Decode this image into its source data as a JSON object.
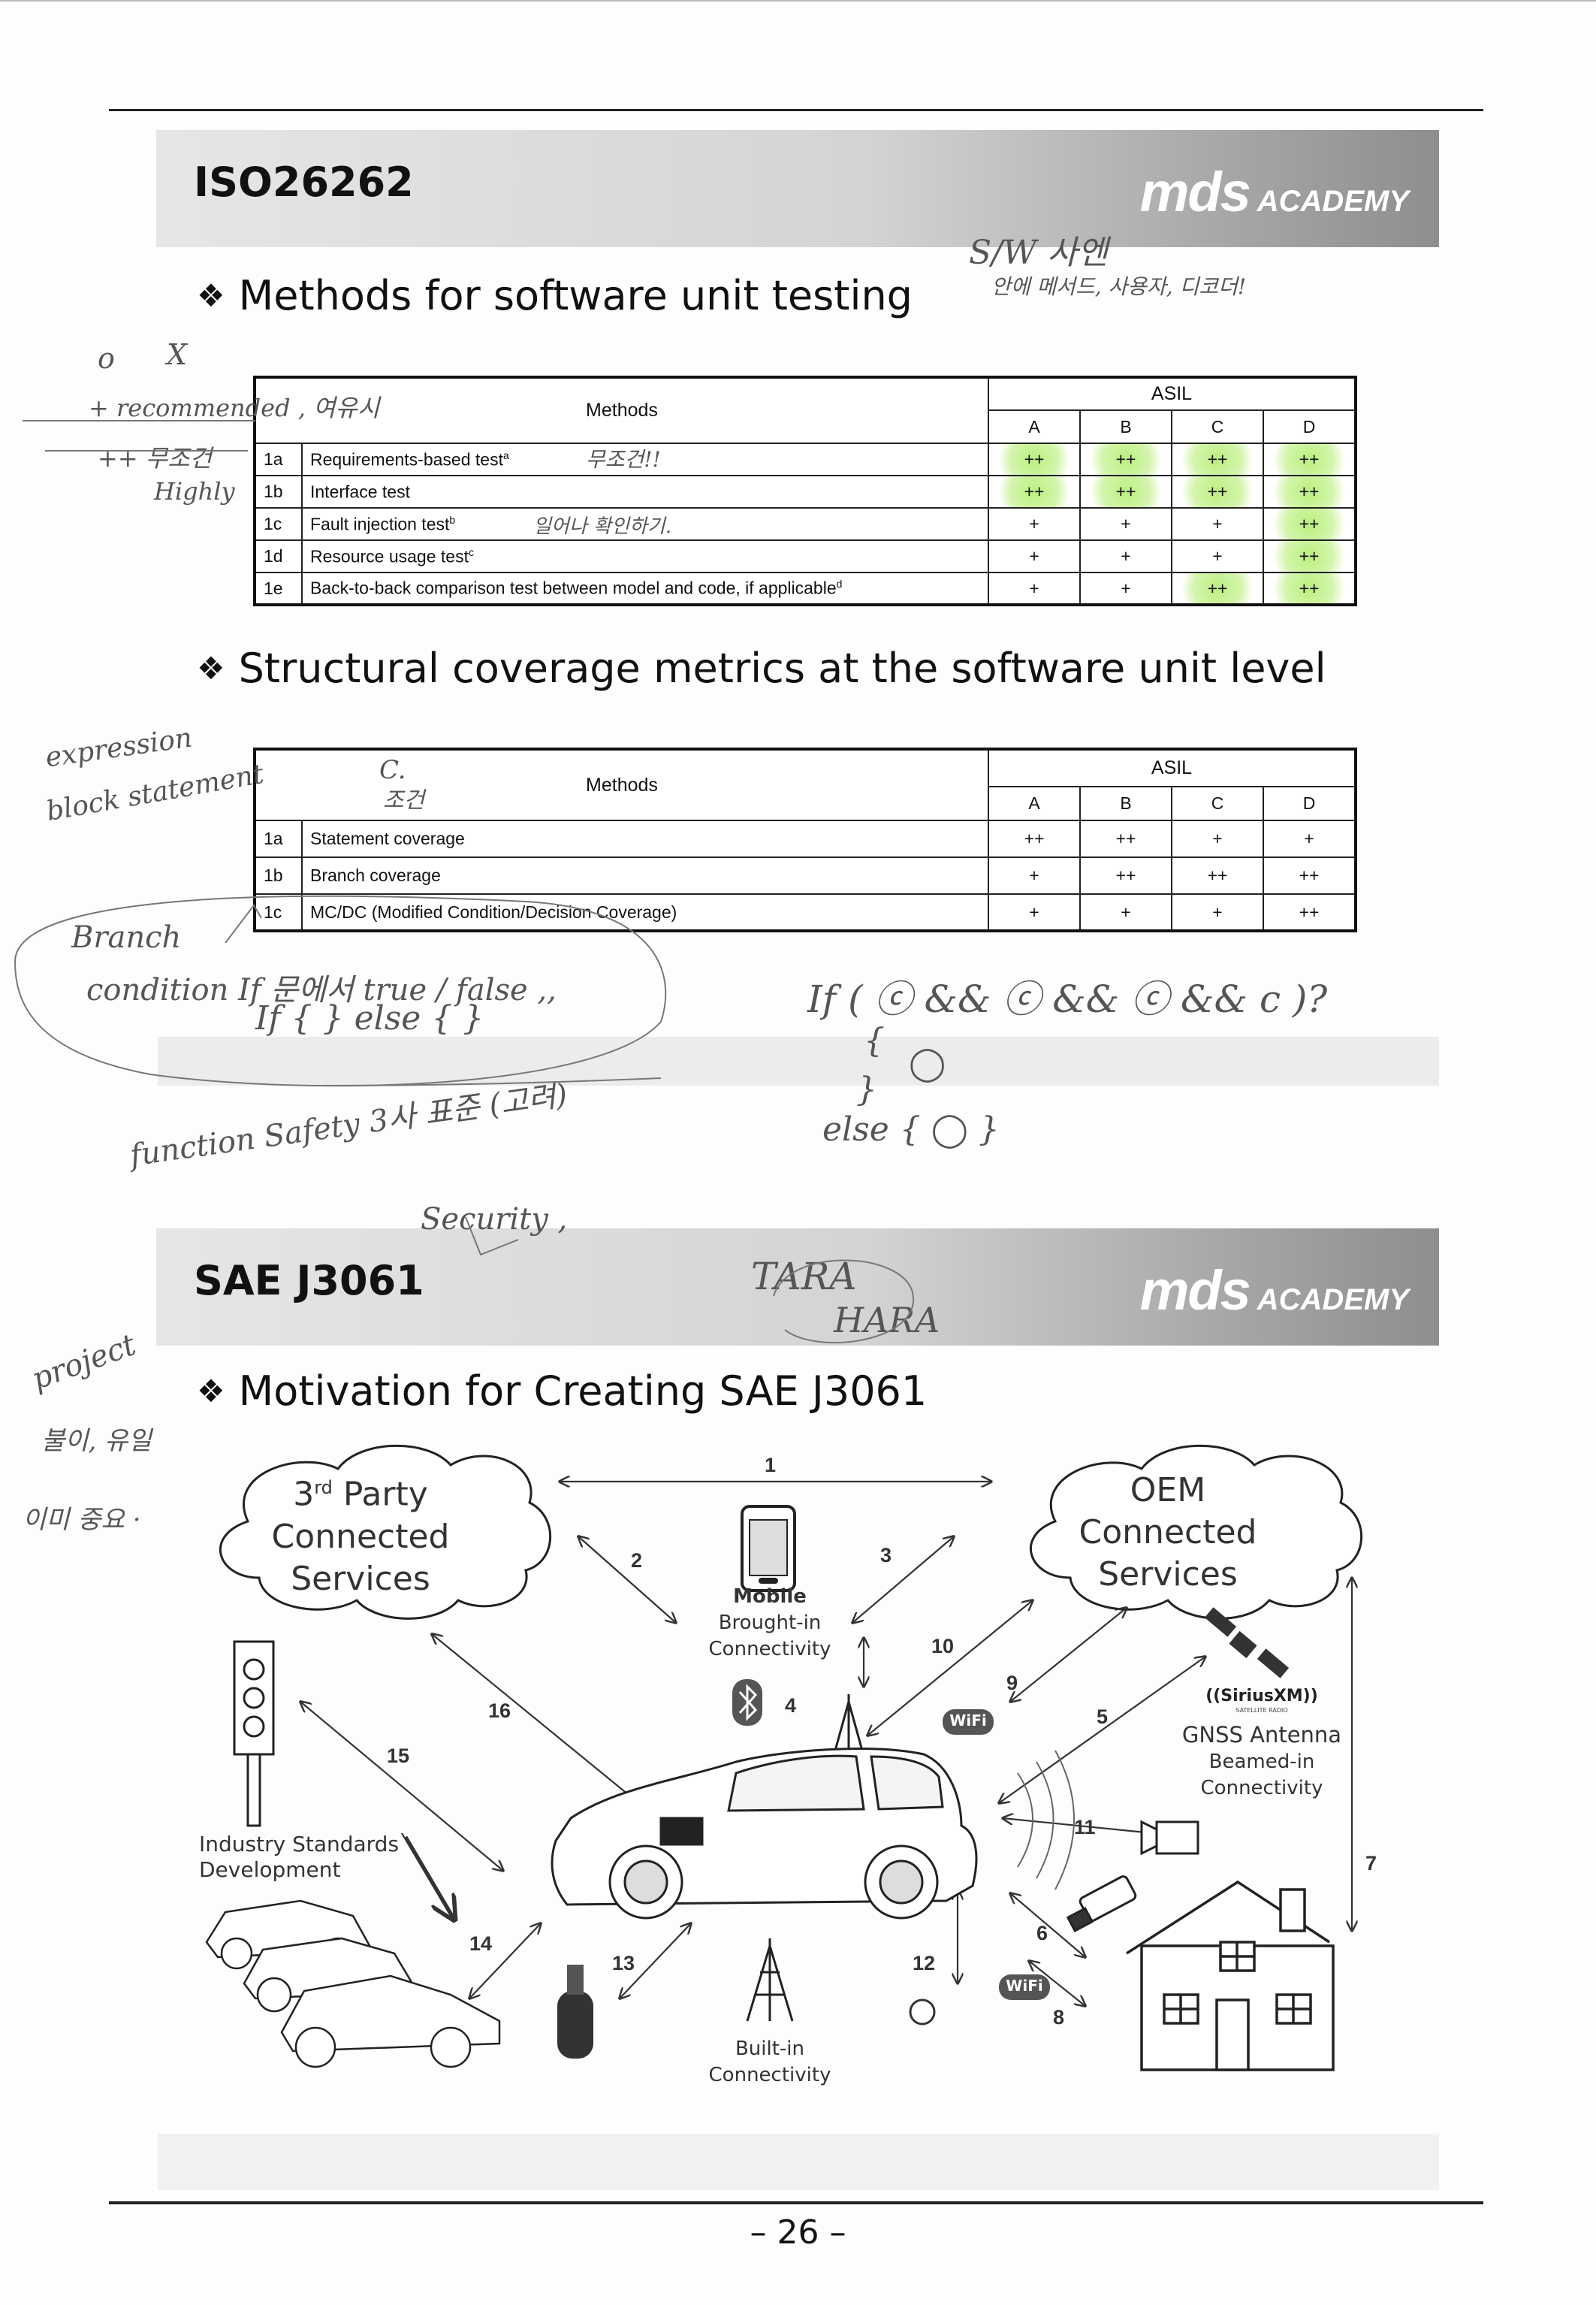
{
  "section1": {
    "banner_title": "ISO26262",
    "logo_main": "mds",
    "logo_sub": "ACADEMY",
    "heading1": "Methods for software unit testing",
    "heading2": "Structural coverage metrics at the software unit level",
    "bullet": "❖"
  },
  "table1": {
    "methods_header": "Methods",
    "asil_header": "ASIL",
    "asil_levels": [
      "A",
      "B",
      "C",
      "D"
    ],
    "rows": [
      {
        "id": "1a",
        "method": "Requirements-based test",
        "sup": "a",
        "values": [
          "++",
          "++",
          "++",
          "++"
        ]
      },
      {
        "id": "1b",
        "method": "Interface test",
        "sup": "",
        "values": [
          "++",
          "++",
          "++",
          "++"
        ]
      },
      {
        "id": "1c",
        "method": "Fault injection test",
        "sup": "b",
        "values": [
          "+",
          "+",
          "+",
          "++"
        ]
      },
      {
        "id": "1d",
        "method": "Resource usage test",
        "sup": "c",
        "values": [
          "+",
          "+",
          "+",
          "++"
        ]
      },
      {
        "id": "1e",
        "method": "Back-to-back comparison test between model and code, if applicable",
        "sup": "d",
        "values": [
          "+",
          "+",
          "++",
          "++"
        ]
      }
    ]
  },
  "table2": {
    "methods_header": "Methods",
    "asil_header": "ASIL",
    "asil_levels": [
      "A",
      "B",
      "C",
      "D"
    ],
    "rows": [
      {
        "id": "1a",
        "method": "Statement coverage",
        "values": [
          "++",
          "++",
          "+",
          "+"
        ]
      },
      {
        "id": "1b",
        "method": "Branch coverage",
        "values": [
          "+",
          "++",
          "++",
          "++"
        ]
      },
      {
        "id": "1c",
        "method": "MC/DC (Modified Condition/Decision Coverage)",
        "values": [
          "+",
          "+",
          "+",
          "++"
        ]
      }
    ]
  },
  "section2": {
    "banner_title": "SAE J3061",
    "logo_main": "mds",
    "logo_sub": "ACADEMY",
    "heading": "Motivation for Creating SAE J3061"
  },
  "diagram": {
    "cloud_left": {
      "prefix": "3",
      "sup": "rd",
      "line1": " Party",
      "line2": "Connected",
      "line3": "Services"
    },
    "cloud_right": {
      "line1": "OEM",
      "line2": "Connected",
      "line3": "Services"
    },
    "mobile_label": "Mobile",
    "mobile_sub1": "Brought-in",
    "mobile_sub2": "Connectivity",
    "wifi_label": "WiFi",
    "sirius_label": "((SiriusXM))",
    "sirius_sub": "SATELLITE RADIO",
    "gnss_title": "GNSS Antenna",
    "gnss_sub1": "Beamed-in",
    "gnss_sub2": "Connectivity",
    "standards_label1": "Industry Standards",
    "standards_label2": "Development",
    "builtin_label1": "Built-in",
    "builtin_label2": "Connectivity",
    "numbers": [
      "1",
      "2",
      "3",
      "4",
      "5",
      "6",
      "7",
      "8",
      "9",
      "10",
      "11",
      "12",
      "13",
      "14",
      "15",
      "16"
    ]
  },
  "handwriting": {
    "sw_note": "S/W 사엔",
    "sw_note2": "안에 메서드, 사용자, 디코더!",
    "legend_o": "o",
    "legend_x": "X",
    "legend_plus": "+ recommended , 여유시",
    "legend_pp": "++ 무조건",
    "highly": "Highly",
    "req_note": "무조건!!",
    "fault_note": "일어나 확인하기.",
    "expression": "expression",
    "block_stmt": "block statement",
    "c_note": "C.",
    "cond_note": "조건",
    "branch": "Branch",
    "condition_line": "condition  If 문에서   true / false ,,",
    "if_else": "If { } else { }",
    "if_expr": "If ( ⓒ && ⓒ && ⓒ && c )?",
    "brace_open": "{",
    "circle": "◯",
    "brace_close": "}",
    "else_line": "else { ◯ }",
    "function_safety": "function Safety 3사 표준 (고려)",
    "security": "Security ,",
    "tara": "TARA",
    "hara": "HARA",
    "project": "project",
    "project2": "불이, 유일",
    "project3": "이미 중요 ·"
  },
  "footer": {
    "page": "– 26 –"
  }
}
